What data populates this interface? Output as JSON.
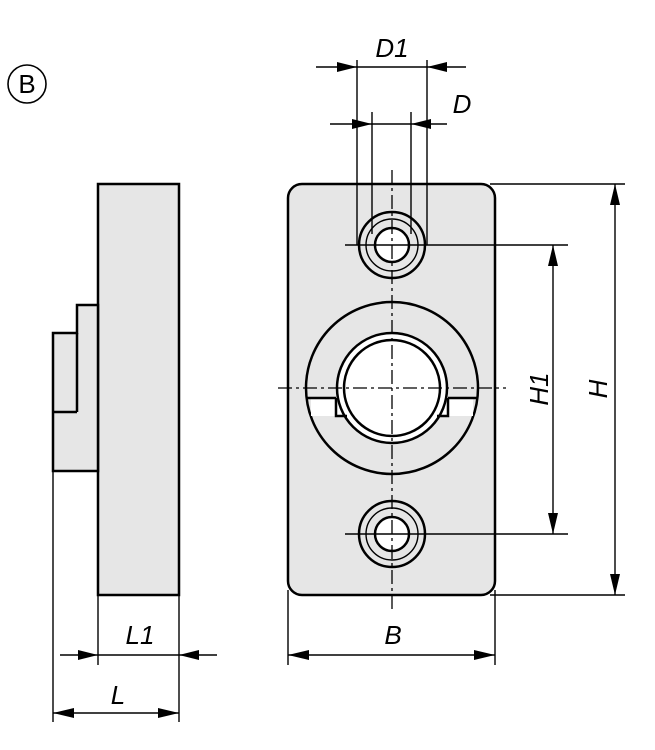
{
  "view_label": "B",
  "dimensions": {
    "D1": "D1",
    "D": "D",
    "H1": "H1",
    "H": "H",
    "B": "B",
    "L1": "L1",
    "L": "L"
  },
  "colors": {
    "part_fill": "#e6e6e6",
    "line": "#000000",
    "background": "#ffffff"
  }
}
